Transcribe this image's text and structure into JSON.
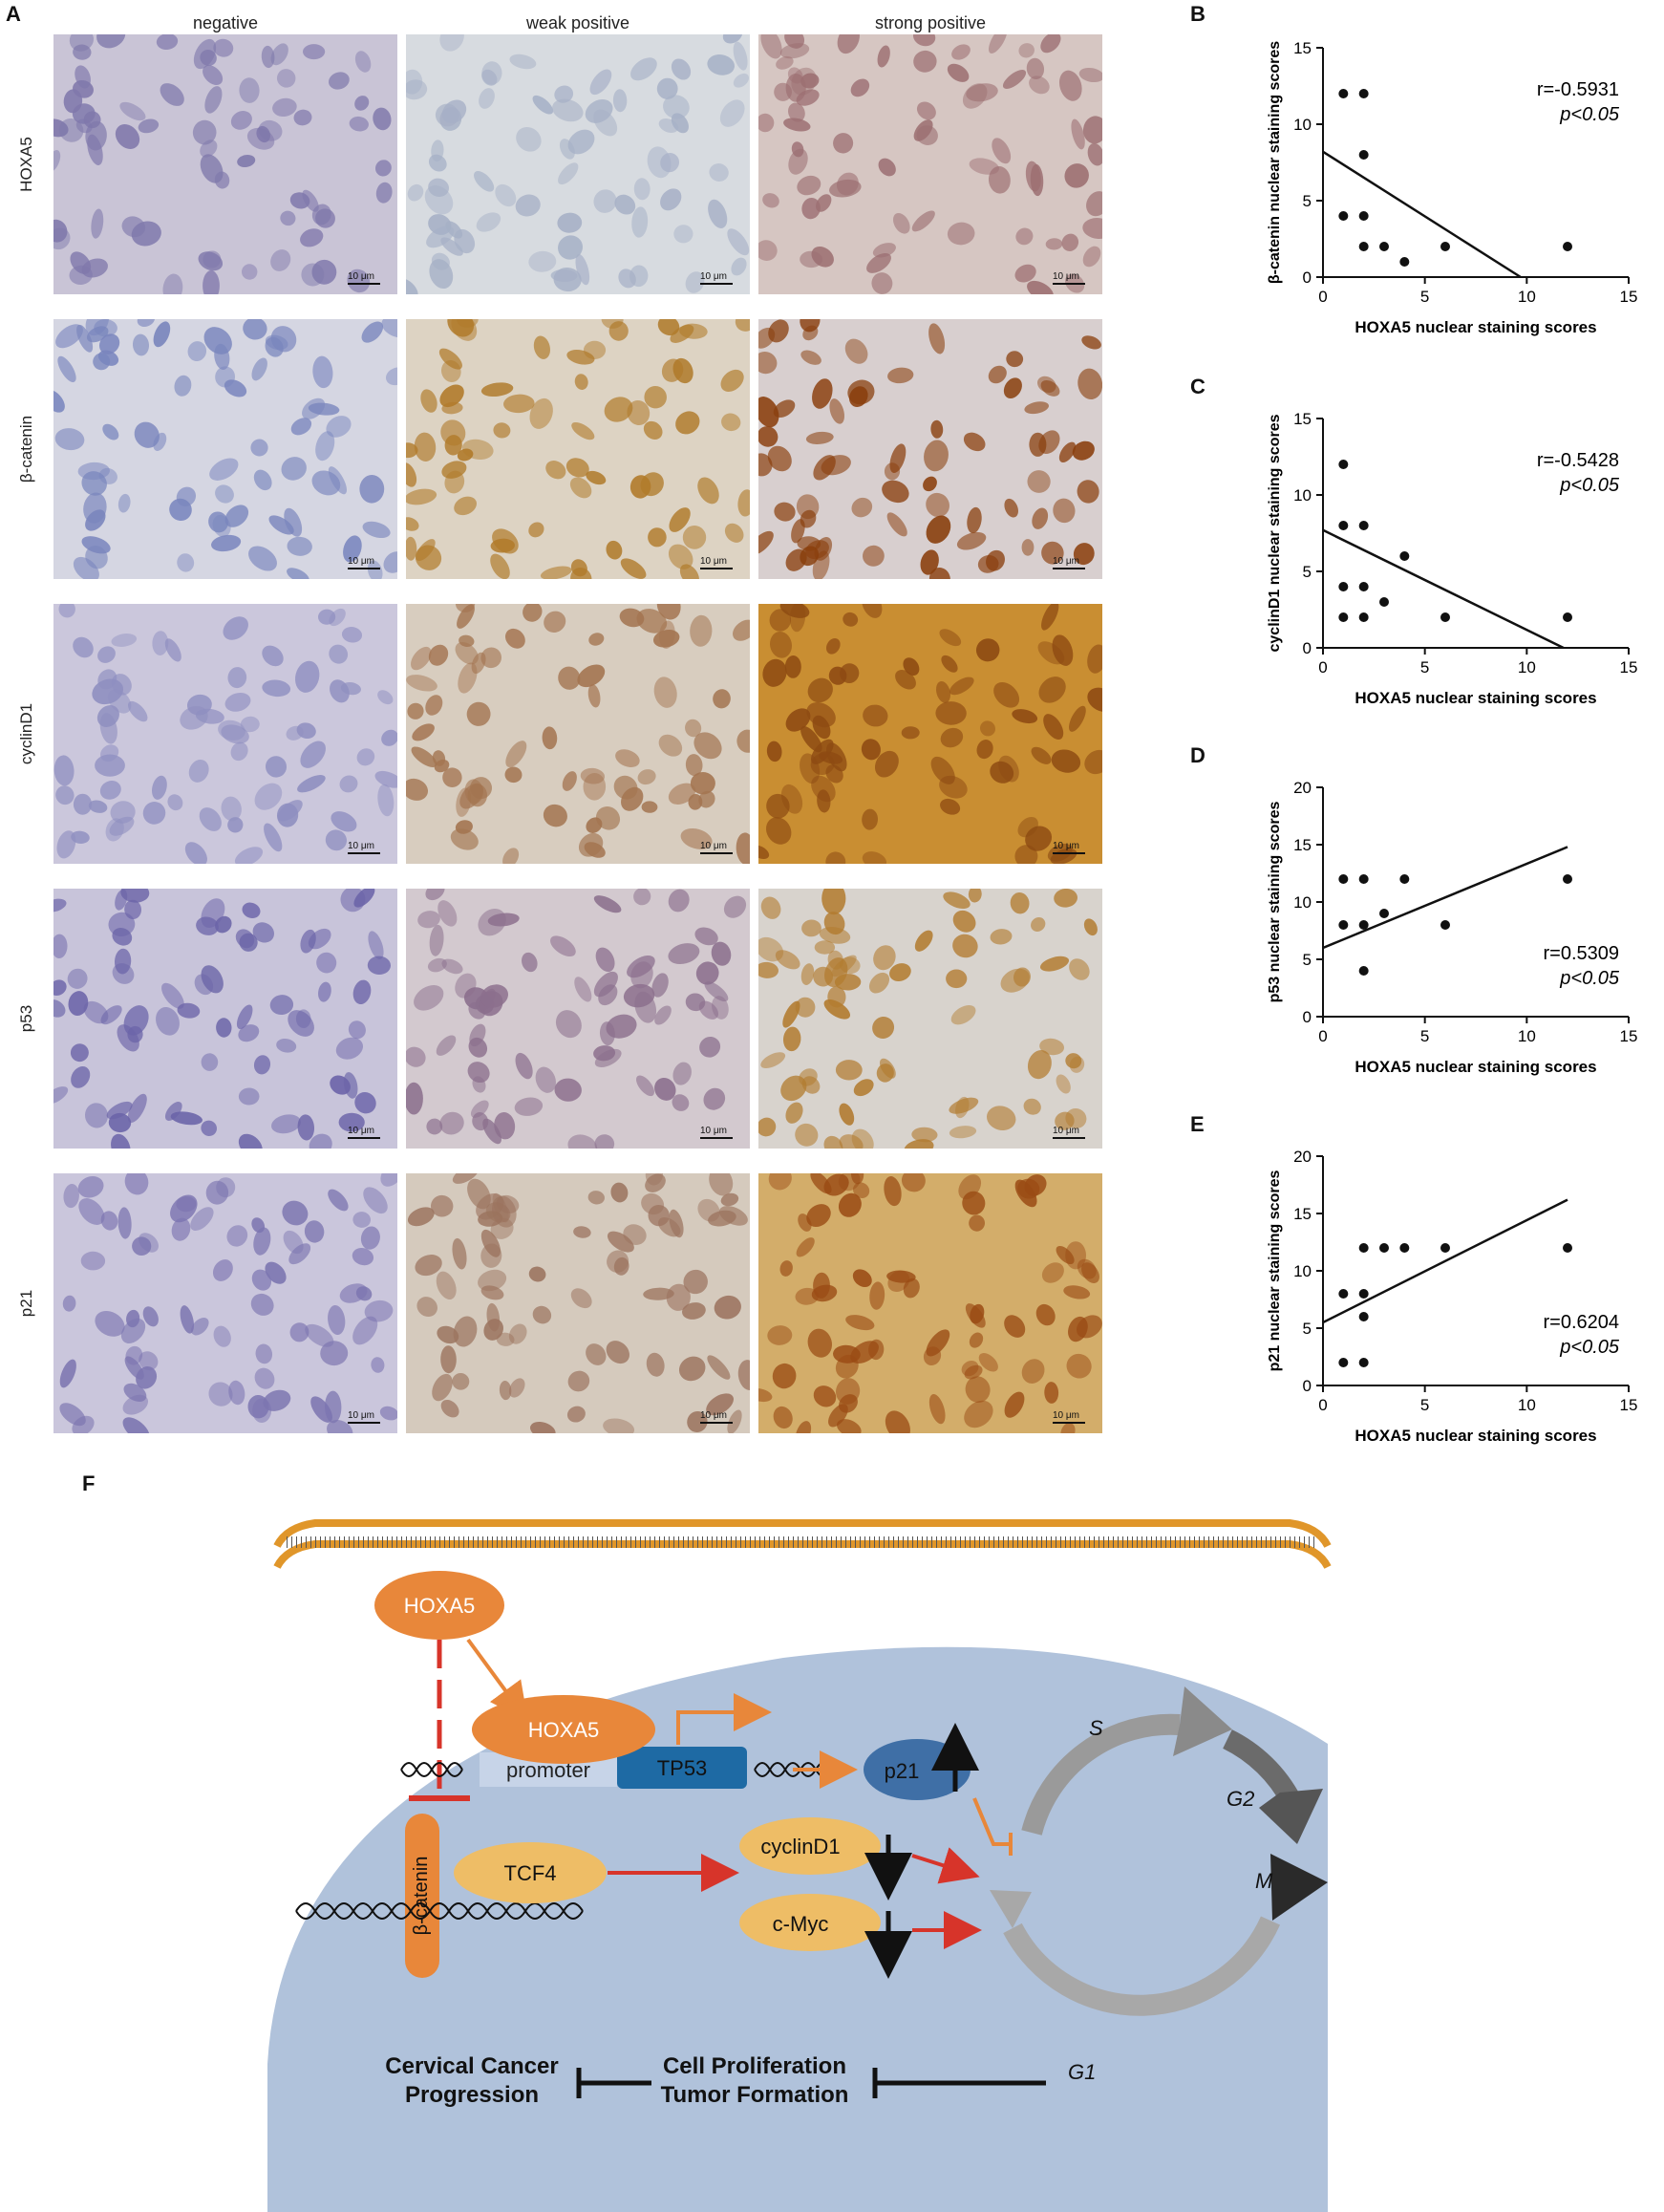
{
  "panel_letters": {
    "A": "A",
    "B": "B",
    "C": "C",
    "D": "D",
    "E": "E",
    "F": "F"
  },
  "ihc": {
    "columns": [
      "negative",
      "weak positive",
      "strong positive"
    ],
    "rows": [
      "HOXA5",
      "β-catenin",
      "cyclinD1",
      "p53",
      "p21"
    ],
    "scale_label": "10 μm",
    "tile_palettes": [
      [
        {
          "bg": "#c9c4d6",
          "nuc": "#7f78ab"
        },
        {
          "bg": "#d7dbe0",
          "nuc": "#a6b0c6"
        },
        {
          "bg": "#d6c6c2",
          "nuc": "#9c6f72"
        }
      ],
      [
        {
          "bg": "#d5d6e2",
          "nuc": "#7985bd"
        },
        {
          "bg": "#ddd3c3",
          "nuc": "#b07a2a"
        },
        {
          "bg": "#d8cfcf",
          "nuc": "#8a3f0d"
        }
      ],
      [
        {
          "bg": "#cbc7dc",
          "nuc": "#8f8fc0"
        },
        {
          "bg": "#d8cdbf",
          "nuc": "#a37450"
        },
        {
          "bg": "#c98e32",
          "nuc": "#8d4a12"
        }
      ],
      [
        {
          "bg": "#c8c4da",
          "nuc": "#6b64a8"
        },
        {
          "bg": "#d3c9cf",
          "nuc": "#8b6f8d"
        },
        {
          "bg": "#d8d3cd",
          "nuc": "#b27b2f"
        }
      ],
      [
        {
          "bg": "#cac6dc",
          "nuc": "#7c75b0"
        },
        {
          "bg": "#d5cabd",
          "nuc": "#9b735e"
        },
        {
          "bg": "#d3ad6a",
          "nuc": "#9a4b14"
        }
      ]
    ]
  },
  "chart_data": [
    {
      "type": "scatter",
      "ylabel": "β-catenin nuclear staining scores",
      "xlabel": "HOXA5 nuclear staining scores",
      "xlim": [
        0,
        15
      ],
      "ylim": [
        0,
        15
      ],
      "xticks": [
        0,
        5,
        10,
        15
      ],
      "yticks": [
        0,
        5,
        10,
        15
      ],
      "points": [
        [
          1,
          12
        ],
        [
          2,
          12
        ],
        [
          2,
          8
        ],
        [
          1,
          4
        ],
        [
          2,
          4
        ],
        [
          2,
          2
        ],
        [
          3,
          2
        ],
        [
          4,
          1
        ],
        [
          6,
          2
        ],
        [
          12,
          2
        ]
      ],
      "fit": [
        [
          0,
          8.2
        ],
        [
          9.7,
          0
        ]
      ],
      "annotation": "r=-0.5931",
      "pvalue": "p<0.05"
    },
    {
      "type": "scatter",
      "ylabel": "cyclinD1 nuclear staining scores",
      "xlabel": "HOXA5 nuclear staining scores",
      "xlim": [
        0,
        15
      ],
      "ylim": [
        0,
        15
      ],
      "xticks": [
        0,
        5,
        10,
        15
      ],
      "yticks": [
        0,
        5,
        10,
        15
      ],
      "points": [
        [
          1,
          12
        ],
        [
          1,
          8
        ],
        [
          2,
          8
        ],
        [
          1,
          4
        ],
        [
          2,
          4
        ],
        [
          4,
          6
        ],
        [
          3,
          3
        ],
        [
          1,
          2
        ],
        [
          2,
          2
        ],
        [
          6,
          2
        ],
        [
          12,
          2
        ]
      ],
      "fit": [
        [
          0,
          7.7
        ],
        [
          11.8,
          0
        ]
      ],
      "annotation": "r=-0.5428",
      "pvalue": "p<0.05"
    },
    {
      "type": "scatter",
      "ylabel": "p53 nuclear staining scores",
      "xlabel": "HOXA5 nuclear staining scores",
      "xlim": [
        0,
        15
      ],
      "ylim": [
        0,
        20
      ],
      "xticks": [
        0,
        5,
        10,
        15
      ],
      "yticks": [
        0,
        5,
        10,
        15,
        20
      ],
      "points": [
        [
          1,
          12
        ],
        [
          2,
          12
        ],
        [
          4,
          12
        ],
        [
          1,
          8
        ],
        [
          2,
          8
        ],
        [
          3,
          9
        ],
        [
          2,
          4
        ],
        [
          6,
          8
        ],
        [
          12,
          12
        ]
      ],
      "fit": [
        [
          0,
          6
        ],
        [
          12,
          14.8
        ]
      ],
      "annotation": "r=0.5309",
      "pvalue": "p<0.05"
    },
    {
      "type": "scatter",
      "ylabel": "p21  nuclear staining scores",
      "xlabel": "HOXA5 nuclear staining scores",
      "xlim": [
        0,
        15
      ],
      "ylim": [
        0,
        20
      ],
      "xticks": [
        0,
        5,
        10,
        15
      ],
      "yticks": [
        0,
        5,
        10,
        15,
        20
      ],
      "points": [
        [
          2,
          12
        ],
        [
          3,
          12
        ],
        [
          4,
          12
        ],
        [
          6,
          12
        ],
        [
          12,
          12
        ],
        [
          1,
          8
        ],
        [
          2,
          8
        ],
        [
          2,
          6
        ],
        [
          1,
          2
        ],
        [
          2,
          2
        ]
      ],
      "fit": [
        [
          0,
          5.5
        ],
        [
          12,
          16.2
        ]
      ],
      "annotation": "r=0.6204",
      "pvalue": "p<0.05"
    }
  ],
  "diagram": {
    "hoxa5_outer": "HOXA5",
    "hoxa5_inner": "HOXA5",
    "promoter": "promoter",
    "tp53": "TP53",
    "p21": "p21",
    "beta_catenin": "β-catenin",
    "tcf4": "TCF4",
    "cyclind1": "cyclinD1",
    "cmyc": "c-Myc",
    "phase_s": "S",
    "phase_g2": "G2",
    "phase_m": "M",
    "phase_g1": "G1",
    "cervical_line1": "Cervical Cancer",
    "cervical_line2": "Progression",
    "prolif_line1": "Cell Proliferation",
    "prolif_line2": "Tumor Formation",
    "colors": {
      "nucleus": "#b0c2db",
      "hoxa5": "#e8873a",
      "promoter_box": "#c7d4e8",
      "tp53_box": "#1e6aa4",
      "p21": "#3f6fa6",
      "light_orange": "#eebd66",
      "red_arrow": "#d7342a",
      "orange_arrow": "#e8873a",
      "cycle_grey": "#9a9a9a",
      "membrane": "#e0962a"
    }
  }
}
